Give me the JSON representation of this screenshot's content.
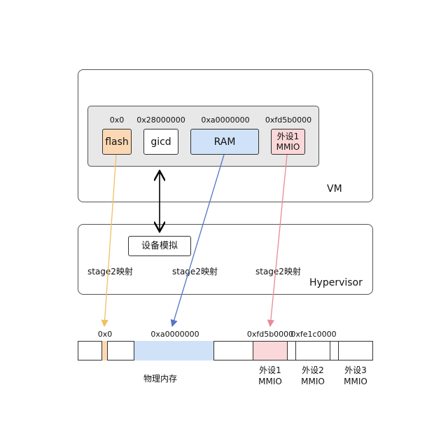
{
  "vm": {
    "label": "VM",
    "addresses": {
      "flash": "0x0",
      "gicd": "0x28000000",
      "ram": "0xa0000000",
      "periph1": "0xfd5b0000"
    },
    "regions": {
      "flash": "flash",
      "gicd": "gicd",
      "ram": "RAM",
      "periph1_line1": "外设1",
      "periph1_line2": "MMIO"
    }
  },
  "hypervisor": {
    "label": "Hypervisor",
    "device_emulation": "设备模拟",
    "stage2_labels": [
      "stage2映射",
      "stage2映射",
      "stage2映射"
    ]
  },
  "physical": {
    "addresses": {
      "flash": "0x0",
      "ram": "0xa0000000",
      "periph1": "0xfd5b0000",
      "periph2": "0xfe1c0000"
    },
    "memory_label": "物理内存",
    "devices": [
      {
        "line1": "外设1",
        "line2": "MMIO"
      },
      {
        "line1": "外设2",
        "line2": "MMIO"
      },
      {
        "line1": "外设3",
        "line2": "MMIO"
      }
    ]
  },
  "colors": {
    "flash": "#fbd8b3",
    "ram": "#cfe2f8",
    "periph1": "#fad7d8",
    "guest_panel": "#e8e8e8",
    "flash_arrow": "#f0c060",
    "ram_arrow": "#5575c4",
    "periph1_arrow": "#e88a98"
  }
}
